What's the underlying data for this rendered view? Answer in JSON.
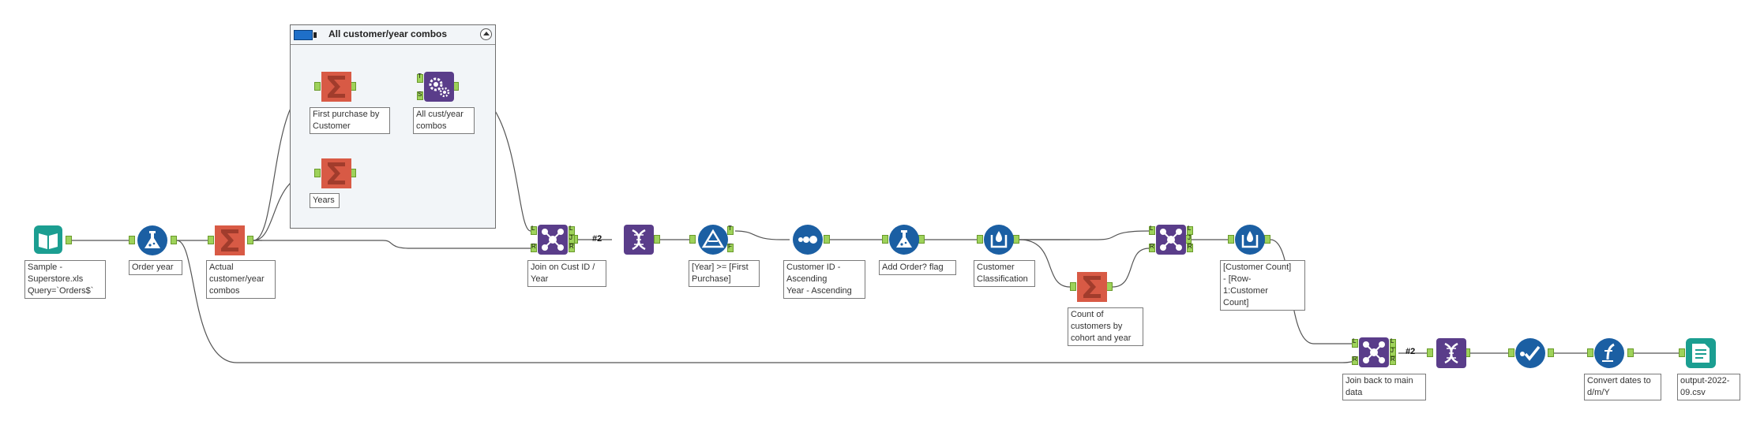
{
  "canvas": {
    "container": {
      "title": "All customer/year combos"
    },
    "tools": [
      {
        "id": "input",
        "icon": "book-open-icon",
        "label": "Sample -\nSuperstore.xls\nQuery=`Orders$`"
      },
      {
        "id": "formula-order-year",
        "icon": "formula-flask-icon",
        "label": "Order year"
      },
      {
        "id": "summarize-actual",
        "icon": "summarize-sigma-icon",
        "label": "Actual\ncustomer/year\ncombos"
      },
      {
        "id": "summarize-first",
        "icon": "summarize-sigma-icon",
        "label": "First purchase by\nCustomer"
      },
      {
        "id": "append-fields",
        "icon": "append-gears-icon",
        "label": "All cust/year\ncombos"
      },
      {
        "id": "summarize-years",
        "icon": "summarize-sigma-icon",
        "label": "Years"
      },
      {
        "id": "join-cust",
        "icon": "join-icon",
        "label": "Join on Cust ID /\nYear"
      },
      {
        "id": "union-1",
        "icon": "union-dna-icon",
        "label": ""
      },
      {
        "id": "filter",
        "icon": "filter-triangle-icon",
        "label": "[Year] >= [First\nPurchase]"
      },
      {
        "id": "sort",
        "icon": "sort-dots-icon",
        "label": "Customer ID -\nAscending\nYear - Ascending"
      },
      {
        "id": "formula-flag",
        "icon": "formula-flask-icon",
        "label": "Add Order? flag"
      },
      {
        "id": "multirow-class",
        "icon": "multirow-formula-icon",
        "label": "Customer\nClassification"
      },
      {
        "id": "summarize-count",
        "icon": "summarize-sigma-icon",
        "label": "Count of\ncustomers by\ncohort and year"
      },
      {
        "id": "join-2",
        "icon": "join-icon",
        "label": ""
      },
      {
        "id": "multirow-count",
        "icon": "multirow-formula-icon",
        "label": "[Customer Count]\n- [Row-\n1:Customer\nCount]"
      },
      {
        "id": "join-main",
        "icon": "join-icon",
        "label": "Join back to main\ndata"
      },
      {
        "id": "union-2",
        "icon": "union-dna-icon",
        "label": ""
      },
      {
        "id": "select",
        "icon": "select-check-icon",
        "label": ""
      },
      {
        "id": "datetime",
        "icon": "datetime-convert-icon",
        "label": "Convert dates to\nd/m/Y"
      },
      {
        "id": "output",
        "icon": "output-file-icon",
        "label": "output-2022-\n09.csv"
      }
    ],
    "anchor_letters": {
      "true": "T",
      "false": "F",
      "left": "L",
      "join": "J",
      "right": "R",
      "target": "T",
      "source": "S"
    },
    "connection_tags": {
      "union_1": "#2",
      "union_2": "#2"
    },
    "colors": {
      "input": "#1b9e91",
      "preparation": "#1b5fa3",
      "transform": "#d85a45",
      "join": "#5a3d8a",
      "anchor": "#9ed25a",
      "connector": "#555555"
    }
  }
}
